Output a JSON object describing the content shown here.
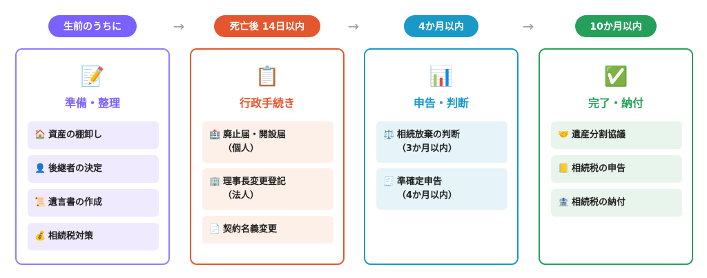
{
  "stages": [
    {
      "label": "生前のうちに",
      "color": "#7b61ff",
      "icon": "memo-icon",
      "title": "準備・整理",
      "items": [
        {
          "icon": "house-icon",
          "text": "資産の棚卸し"
        },
        {
          "icon": "person-icon",
          "text": "後継者の決定"
        },
        {
          "icon": "scroll-icon",
          "text": "遺言書の作成"
        },
        {
          "icon": "money-bag-icon",
          "text": "相続税対策"
        }
      ]
    },
    {
      "label": "死亡後 14日以内",
      "color": "#e4572e",
      "icon": "clipboard-icon",
      "title": "行政手続き",
      "items": [
        {
          "icon": "hospital-icon",
          "text": "廃止届・開設届\n（個人）"
        },
        {
          "icon": "office-building-icon",
          "text": "理事長変更登記\n（法人）"
        },
        {
          "icon": "document-icon",
          "text": "契約名義変更"
        }
      ]
    },
    {
      "label": "4か月以内",
      "color": "#1899c7",
      "icon": "bar-chart-icon",
      "title": "申告・判断",
      "items": [
        {
          "icon": "scales-icon",
          "text": "相続放棄の判断\n（3か月以内）"
        },
        {
          "icon": "receipt-icon",
          "text": "準確定申告\n（4か月以内）"
        }
      ]
    },
    {
      "label": "10か月以内",
      "color": "#25a05a",
      "icon": "check-mark-icon",
      "title": "完了・納付",
      "items": [
        {
          "icon": "handshake-icon",
          "text": "遺産分割協議"
        },
        {
          "icon": "ledger-icon",
          "text": "相続税の申告"
        },
        {
          "icon": "bank-icon",
          "text": "相続税の納付"
        }
      ]
    }
  ]
}
